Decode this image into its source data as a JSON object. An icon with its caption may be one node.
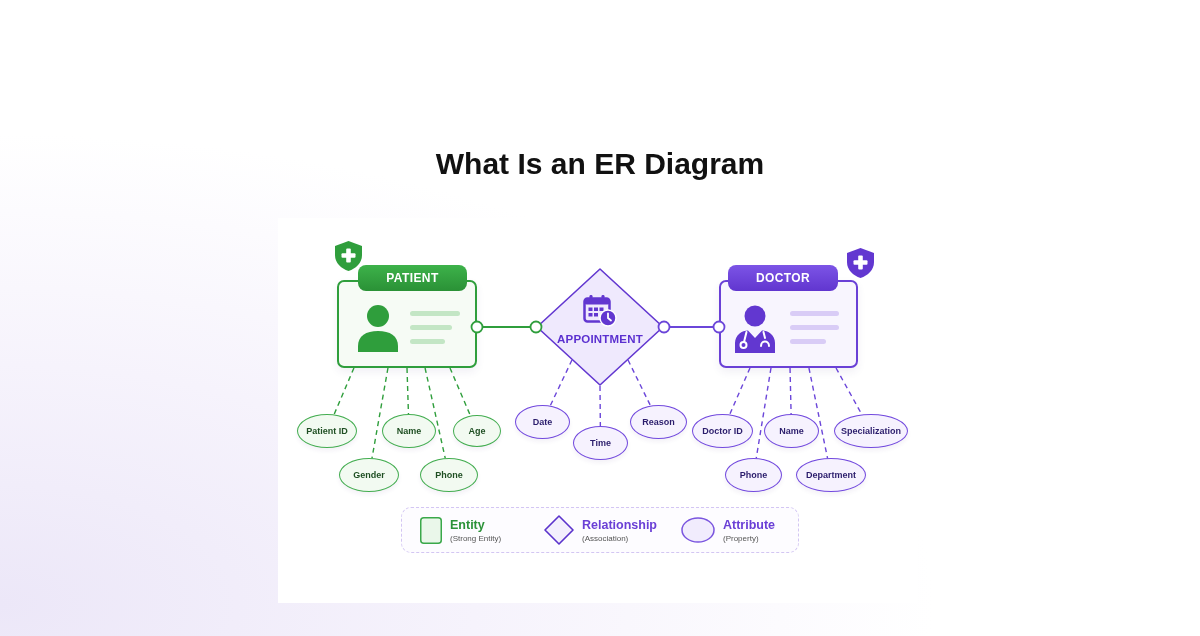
{
  "diagram": {
    "title": "What Is an ER Diagram",
    "nodes": [
      {
        "text": [
          "PATIENT"
        ]
      },
      {
        "text": [
          "APPOINTMENT"
        ]
      },
      {
        "text": [
          "DOCTOR"
        ]
      },
      {
        "text": [
          "Patient ID"
        ]
      },
      {
        "text": [
          "Name"
        ]
      },
      {
        "text": [
          "Age"
        ]
      },
      {
        "text": [
          "Gender"
        ]
      },
      {
        "text": [
          "Phone"
        ]
      },
      {
        "text": [
          "Date"
        ]
      },
      {
        "text": [
          "Time"
        ]
      },
      {
        "text": [
          "Reason"
        ]
      },
      {
        "text": [
          "Doctor ID"
        ]
      },
      {
        "text": [
          "Name"
        ]
      },
      {
        "text": [
          "Specialization"
        ]
      },
      {
        "text": [
          "Phone"
        ]
      },
      {
        "text": [
          "Department"
        ]
      }
    ],
    "edges": [
      {
        "from": 0,
        "to": 1,
        "arrow": "other",
        "color": "#2f9e3c"
      },
      {
        "from": 1,
        "to": 2,
        "arrow": "other"
      },
      {
        "from": 0,
        "to": 3,
        "arrow": "none",
        "style": "dashed",
        "color": "#2f9e3c"
      },
      {
        "from": 0,
        "to": 4,
        "arrow": "none",
        "style": "dashed",
        "color": "#2f9e3c"
      },
      {
        "from": 0,
        "to": 5,
        "arrow": "none",
        "style": "dashed",
        "color": "#2f9e3c"
      },
      {
        "from": 0,
        "to": 6,
        "arrow": "none",
        "style": "dashed",
        "color": "#2f9e3c"
      },
      {
        "from": 0,
        "to": 7,
        "arrow": "none",
        "style": "dashed",
        "color": "#2f9e3c"
      },
      {
        "from": 1,
        "to": 8,
        "arrow": "none",
        "style": "dashed"
      },
      {
        "from": 1,
        "to": 9,
        "arrow": "none",
        "style": "dashed"
      },
      {
        "from": 1,
        "to": 10,
        "arrow": "none",
        "style": "dashed"
      },
      {
        "from": 2,
        "to": 11,
        "arrow": "none",
        "style": "dashed"
      },
      {
        "from": 2,
        "to": 12,
        "arrow": "none",
        "style": "dashed"
      },
      {
        "from": 2,
        "to": 13,
        "arrow": "none",
        "style": "dashed"
      },
      {
        "from": 2,
        "to": 14,
        "arrow": "none",
        "style": "dashed"
      },
      {
        "from": 2,
        "to": 15,
        "arrow": "none",
        "style": "dashed"
      }
    ],
    "legend": [
      {
        "text": "**Entity** (Strong Entity)"
      },
      {
        "text": "**Relationship** (Association)"
      },
      {
        "text": "**Attribute** (Property)"
      }
    ]
  }
}
